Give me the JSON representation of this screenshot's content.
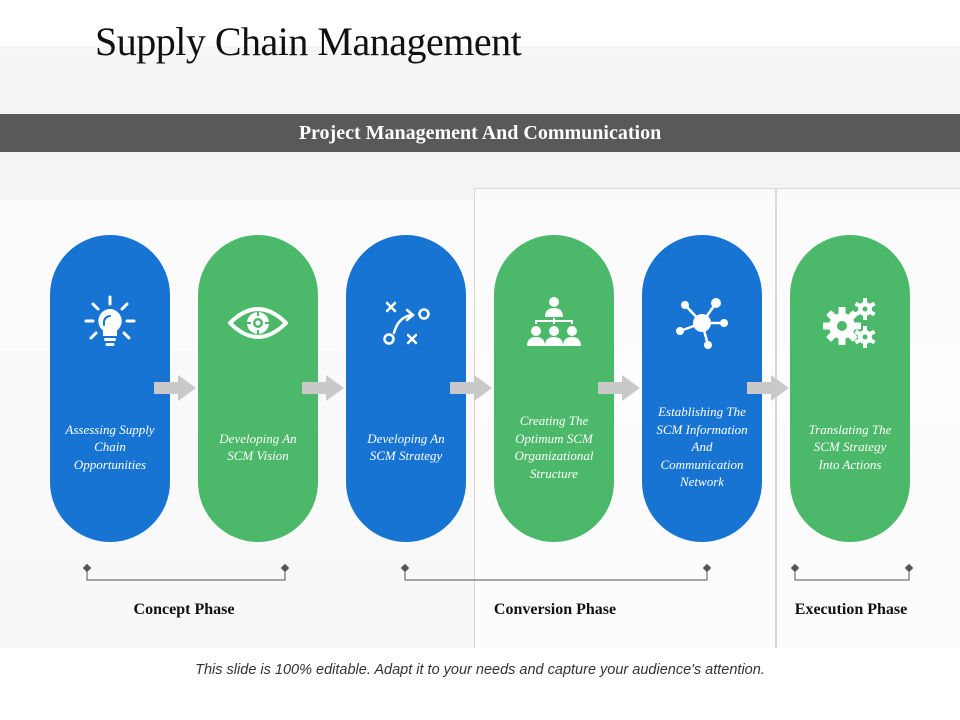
{
  "title": "Supply Chain Management",
  "banner": "Project Management And Communication",
  "colors": {
    "blue": "#1874d2",
    "green": "#4cb86a",
    "banner": "#595959",
    "arrow": "#c9c9c9"
  },
  "steps": [
    {
      "label": "Assessing Supply Chain Opportunities",
      "icon": "lightbulb-icon",
      "color": "blue"
    },
    {
      "label": "Developing An SCM Vision",
      "icon": "eye-icon",
      "color": "green"
    },
    {
      "label": "Developing An SCM Strategy",
      "icon": "strategy-icon",
      "color": "blue"
    },
    {
      "label": "Creating The Optimum SCM Organizational Structure",
      "icon": "org-structure-icon",
      "color": "green"
    },
    {
      "label": "Establishing The SCM Information And Communication Network",
      "icon": "network-icon",
      "color": "blue"
    },
    {
      "label": "Translating The SCM Strategy Into Actions",
      "icon": "gears-icon",
      "color": "green"
    }
  ],
  "phases": [
    {
      "label": "Concept Phase"
    },
    {
      "label": "Conversion Phase"
    },
    {
      "label": "Execution Phase"
    }
  ],
  "footer": "This slide is 100% editable. Adapt it to your needs and capture your audience's attention."
}
